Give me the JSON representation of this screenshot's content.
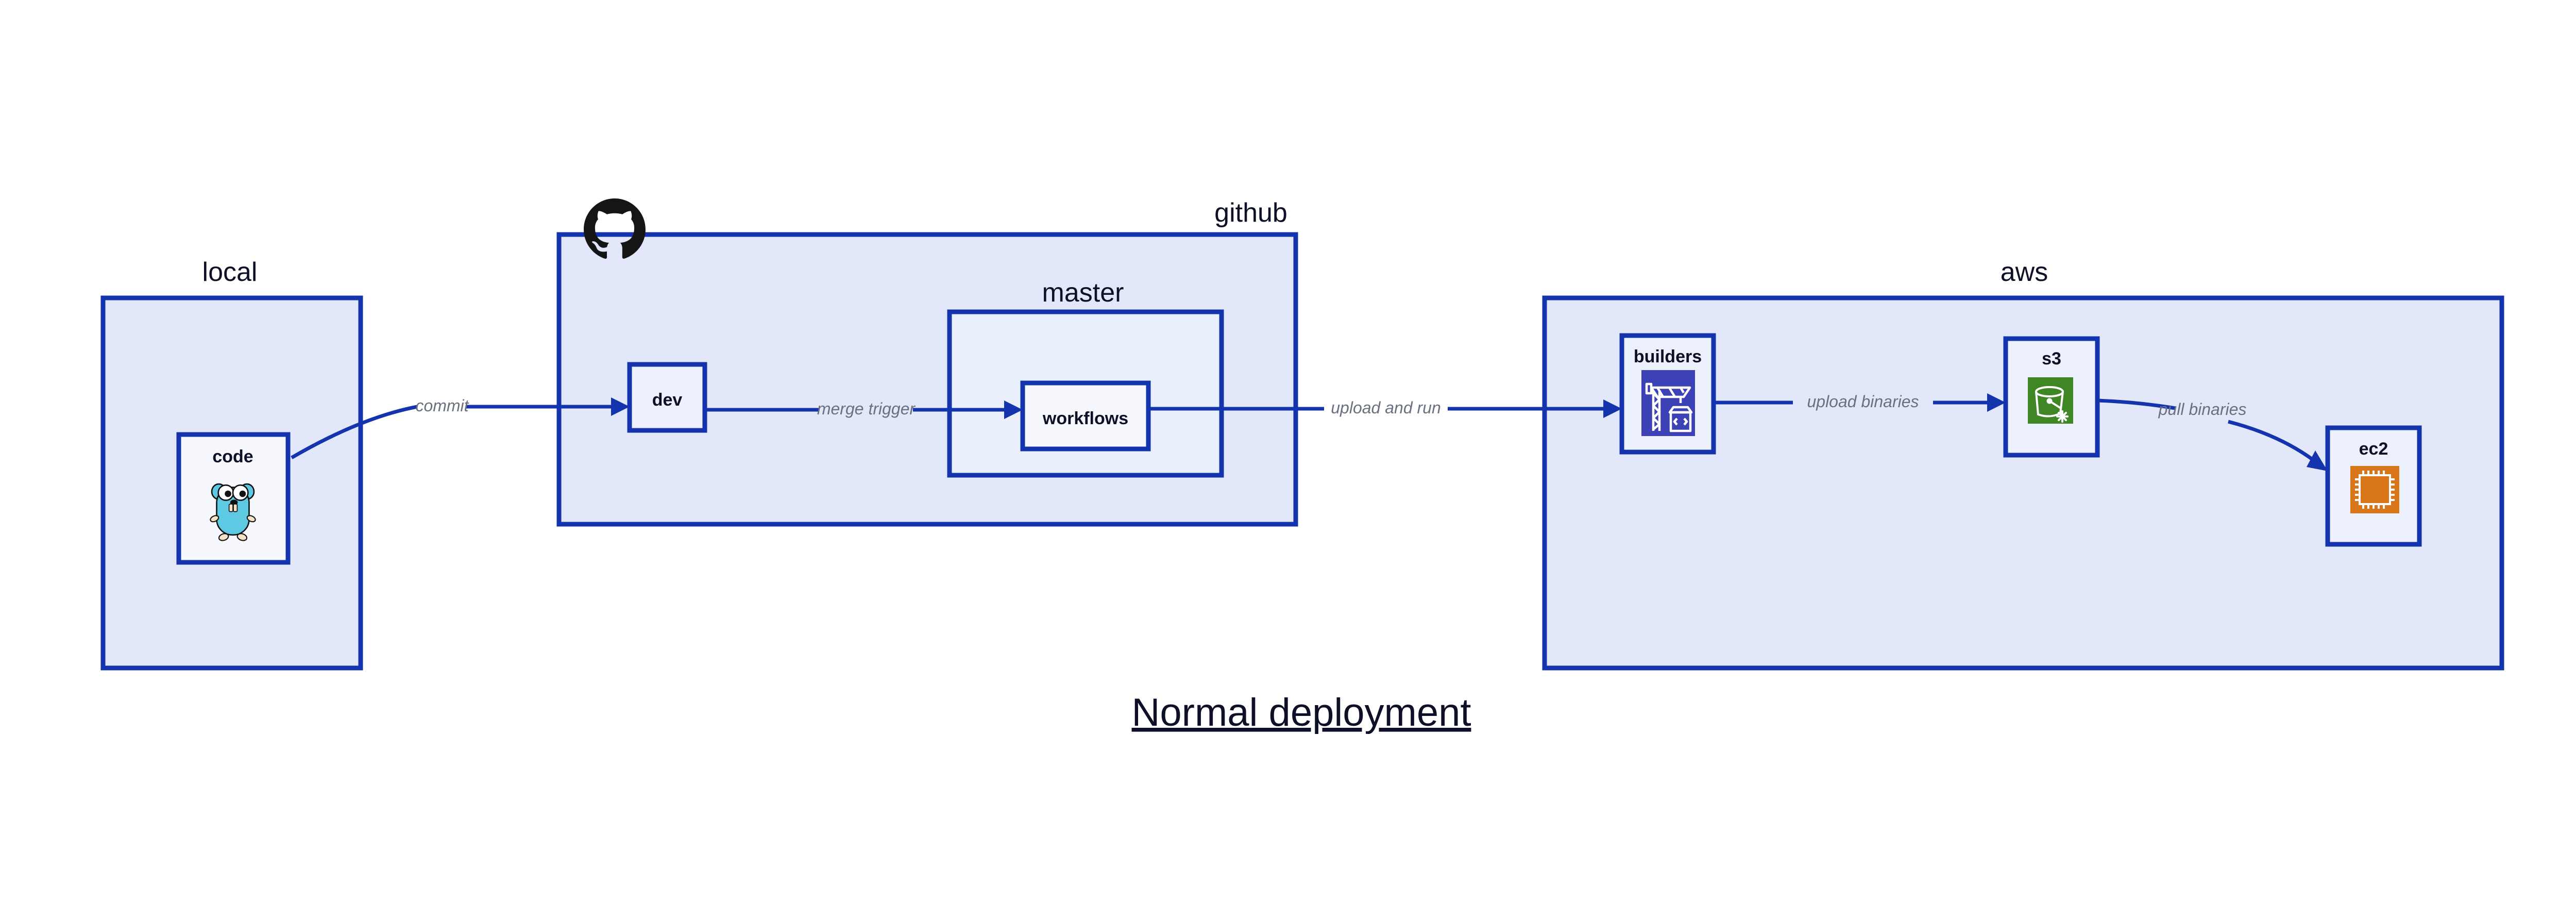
{
  "diagram": {
    "title": "Normal deployment",
    "background_color": "#ffffff",
    "accent_color": "#1434ad",
    "group_fill": "#e2e7fa",
    "node_fill": "#edf1fd",
    "label_color": "#0d1026",
    "edge_label_color": "#6a7080",
    "groups": [
      {
        "id": "local",
        "label": "local"
      },
      {
        "id": "github",
        "label": "github"
      },
      {
        "id": "master",
        "label": "master"
      },
      {
        "id": "aws",
        "label": "aws"
      }
    ],
    "nodes": [
      {
        "id": "code",
        "label": "code",
        "icon": "go-gopher-icon",
        "group": "local"
      },
      {
        "id": "dev",
        "label": "dev",
        "icon": null,
        "group": "github"
      },
      {
        "id": "workflows",
        "label": "workflows",
        "icon": null,
        "group": "master"
      },
      {
        "id": "builders",
        "label": "builders",
        "icon": "aws-codebuild-icon",
        "group": "aws",
        "icon_color": "#3c41b5"
      },
      {
        "id": "s3",
        "label": "s3",
        "icon": "aws-s3-icon",
        "group": "aws",
        "icon_color": "#3f8624"
      },
      {
        "id": "ec2",
        "label": "ec2",
        "icon": "aws-ec2-icon",
        "group": "aws",
        "icon_color": "#d9761a"
      }
    ],
    "edges": [
      {
        "id": "e1",
        "from": "code",
        "to": "dev",
        "label": "commit"
      },
      {
        "id": "e2",
        "from": "dev",
        "to": "workflows",
        "label": "merge trigger"
      },
      {
        "id": "e3",
        "from": "workflows",
        "to": "builders",
        "label": "upload and run"
      },
      {
        "id": "e4",
        "from": "builders",
        "to": "s3",
        "label": "upload binaries"
      },
      {
        "id": "e5",
        "from": "s3",
        "to": "ec2",
        "label": "pull binaries"
      }
    ],
    "logos": [
      {
        "id": "github-logo",
        "name": "github-octocat-icon",
        "color": "#151515"
      }
    ]
  }
}
